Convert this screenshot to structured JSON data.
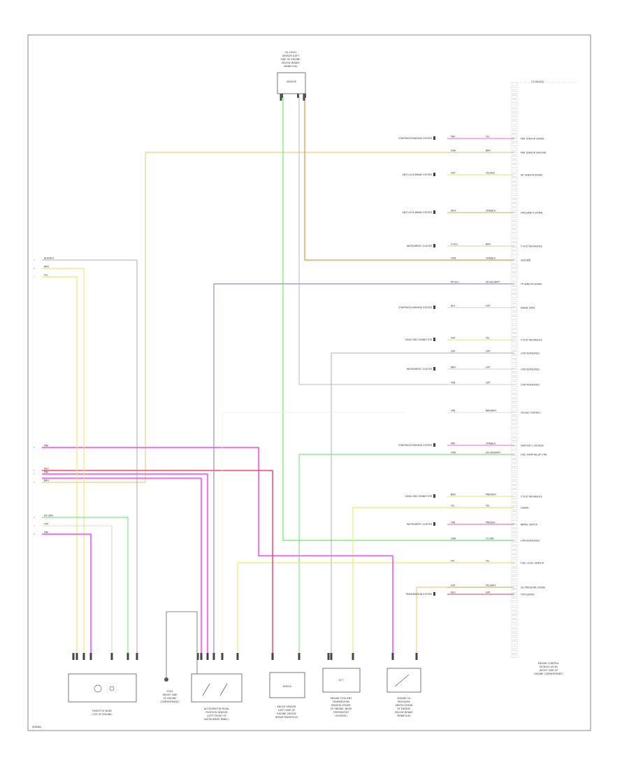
{
  "figure_id": "W26684",
  "ecm": {
    "title_lines": [
      "ENGINE CONTROL",
      "MODULE (ECM)",
      "(RIGHT SIDE OF",
      "ENGINE COMPARTMENT)"
    ],
    "connector_label": "C1 (BLACK)",
    "pins": [
      {
        "function": "MAF SENSOR SIGNAL",
        "wire_a": "PNK",
        "wire_b": "YEL",
        "wire_color": "#ee66ee",
        "source": "STARTING/CHARGING SYSTEM"
      },
      {
        "function": "MAF SENSOR GROUND",
        "wire_a": "GRN",
        "wire_b": "BRN",
        "wire_color": "#e0c890",
        "source": ""
      },
      {
        "function": "IAT SENSOR SIGNAL",
        "wire_a": "GRY",
        "wire_b": "YEL/BLK",
        "wire_color": "#e8e07a",
        "source": "ANTI-LOCK BRAKE SYSTEM"
      },
      {
        "function": "FREQUENCY SIGNAL",
        "wire_a": "WHT",
        "wire_b": "ORN/BLK",
        "wire_color": "#e0a060",
        "source": "ANTI-LOCK BRAKE SYSTEM"
      },
      {
        "function": "5 VOLT REFERENCE",
        "wire_a": "LT BLU",
        "wire_b": "BRN",
        "wire_color": "#e0c890",
        "source": "INSTRUMENT CLUSTER"
      },
      {
        "function": "GROUND",
        "wire_a": "ORN",
        "wire_b": "ORN/BLK",
        "wire_color": "#e8944a",
        "source": ""
      },
      {
        "function": "TP SENSOR SIGNAL",
        "wire_a": "DK BLU",
        "wire_b": "DK BLU/WHT",
        "wire_color": "#8c96e0",
        "source": ""
      },
      {
        "function": "SERIAL DATA",
        "wire_a": "BLK",
        "wire_b": "GRY",
        "wire_color": "#cccccc",
        "source": "STARTING/CHARGING SYSTEM"
      },
      {
        "function": "5 VOLT REFERENCE",
        "wire_a": "GRY",
        "wire_b": "YEL",
        "wire_color": "#e8e07a",
        "source": "DATA LINK CONNECTOR"
      },
      {
        "function": "LOW REFERENCE",
        "wire_a": "GRY",
        "wire_b": "GRY",
        "wire_color": "#aaaaaa",
        "source": ""
      },
      {
        "function": "LOW REFERENCE",
        "wire_a": "BRN",
        "wire_b": "GRY",
        "wire_color": "#cccccc",
        "source": "INSTRUMENT CLUSTER"
      },
      {
        "function": "LOW REFERENCE",
        "wire_a": "TAN",
        "wire_b": "GRY",
        "wire_color": "#cccccc",
        "source": ""
      },
      {
        "function": "CRUISE CONTROL",
        "wire_a": "TAN",
        "wire_b": "BRN/WHT",
        "wire_color": "#dddddd",
        "source": ""
      },
      {
        "function": "IGNITION 1 VOLTAGE",
        "wire_a": "PNK",
        "wire_b": "ORN/BLK",
        "wire_color": "#ee66ee",
        "source": "STARTING/CHARGING SYSTEM"
      },
      {
        "function": "FUEL PUMP RELAY CTRL",
        "wire_a": "GRN",
        "wire_b": "DK GRN/WHT",
        "wire_color": "#88dd88",
        "source": ""
      },
      {
        "function": "5 VOLT REFERENCE",
        "wire_a": "BRN",
        "wire_b": "PNK/WHT",
        "wire_color": "#e8e07a",
        "source": "DATA LINK CONNECTOR"
      },
      {
        "function": "SIGNAL",
        "wire_a": "YEL",
        "wire_b": "YEL",
        "wire_color": "#e8e07a",
        "source": ""
      },
      {
        "function": "BRAKE SWITCH",
        "wire_a": "TAN",
        "wire_b": "PNK/BLK",
        "wire_color": "#ee55aa",
        "source": "INSTRUMENT CLUSTER"
      },
      {
        "function": "LOW REFERENCE",
        "wire_a": "GRN",
        "wire_b": "LT GRN",
        "wire_color": "#66dd88",
        "source": ""
      },
      {
        "function": "FUEL LEVEL SENSOR",
        "wire_a": "PPL",
        "wire_b": "YEL",
        "wire_color": "#e8e07a",
        "source": ""
      },
      {
        "function": "OIL PRESSURE SIGNAL",
        "wire_a": "GRY",
        "wire_b": "PPL/WHT",
        "wire_color": "#c8b070",
        "source": ""
      },
      {
        "function": "TCM SIGNAL",
        "wire_a": "RED",
        "wire_b": "GRY",
        "wire_color": "#ee3366",
        "source": "TRANSMISSION SYSTEM"
      }
    ]
  },
  "components": {
    "top_sensor": {
      "lines": [
        "OIL LEVEL",
        "SENSOR (LEFT",
        "SIDE OF ENGINE,",
        "BELOW INTAKE",
        "MANIFOLD)"
      ],
      "inner": "SENSOR"
    },
    "throttle_body": {
      "lines": [
        "THROTTLE BODY",
        "(TOP OF ENGINE)"
      ]
    },
    "ground": {
      "lines": [
        "G102",
        "(RIGHT SIDE",
        "OF ENGINE",
        "COMPARTMENT)"
      ]
    },
    "accel_pedal": {
      "lines": [
        "ACCELERATOR PEDAL",
        "POSITION SENSOR",
        "(LEFT FRONT OF",
        "INSTRUMENT PANEL)"
      ]
    },
    "knock_sensor": {
      "lines": [
        "KNOCK SENSOR",
        "(LEFT SIDE OF",
        "ENGINE, BELOW",
        "INTAKE MANIFOLD)"
      ],
      "inner": "KNOCK"
    },
    "engine_coolant": {
      "lines": [
        "ENGINE COOLANT",
        "TEMPERATURE",
        "SENSOR (FRONT",
        "OF ENGINE, NEAR",
        "THERMOSTAT",
        "HOUSING)"
      ],
      "inner": "ECT"
    },
    "oil_pressure": {
      "lines": [
        "ENGINE OIL",
        "PRESSURE",
        "SWITCH (REAR",
        "OF ENGINE,",
        "BELOW INTAKE",
        "MANIFOLD)"
      ]
    }
  },
  "left_wires": [
    {
      "label": "BLK/WHT",
      "pin": "A"
    },
    {
      "label": "BRN",
      "pin": "B"
    },
    {
      "label": "YEL",
      "pin": "C"
    },
    {
      "label": "PNK",
      "pin": "D"
    },
    {
      "label": "RED",
      "pin": "E"
    },
    {
      "label": "PNK",
      "pin": "F"
    },
    {
      "label": "BRN",
      "pin": "G"
    },
    {
      "label": "DK GRN",
      "pin": "H"
    },
    {
      "label": "GRY",
      "pin": "J"
    },
    {
      "label": "PNK",
      "pin": "K"
    }
  ],
  "colors": {
    "yellow": "#f0e870",
    "tan": "#e8d088",
    "green": "#66ee66",
    "blue": "#8890e8",
    "magenta": "#ff44ff",
    "red": "#ff4466",
    "orange": "#e89050",
    "gray": "#aaaaaa",
    "light_green": "#88e088"
  }
}
